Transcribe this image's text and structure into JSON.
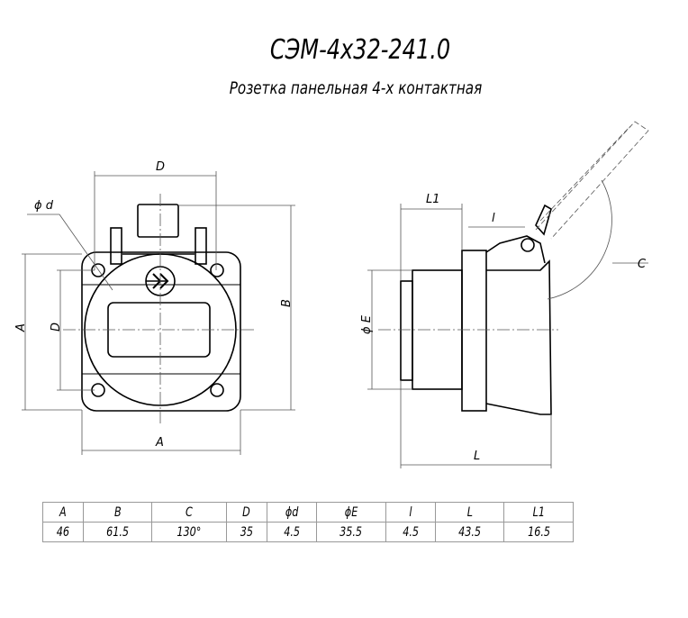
{
  "title": "СЭМ-4х32-241.0",
  "subtitle": "Розетка панельная 4-х контактная",
  "drawing_labels": {
    "D_top": "D",
    "phi_d": "ϕ d",
    "A_left": "A",
    "D_left": "D",
    "B": "B",
    "A_bottom": "A",
    "L1": "L1",
    "l": "l",
    "phi_E": "ϕ E",
    "C": "C",
    "L": "L"
  },
  "table": {
    "headers": [
      "A",
      "B",
      "C",
      "D",
      "ϕd",
      "ϕE",
      "l",
      "L",
      "L1"
    ],
    "values": [
      "46",
      "61.5",
      "130°",
      "35",
      "4.5",
      "35.5",
      "4.5",
      "43.5",
      "16.5"
    ]
  }
}
